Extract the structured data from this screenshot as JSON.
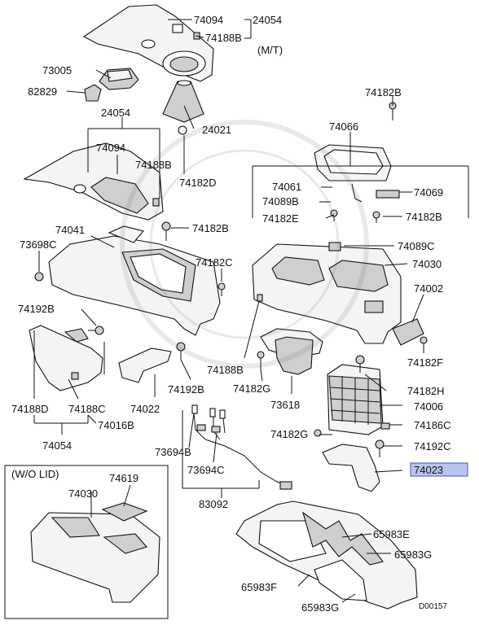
{
  "labels": {
    "p74094_top": "74094",
    "p24054_top": "24054",
    "p74188B_top": "74188B",
    "mt": "(M/T)",
    "p73005": "73005",
    "p82829": "82829",
    "p24054_mid": "24054",
    "p24021": "24021",
    "p74094_mid": "74094",
    "p74188B_mid": "74188B",
    "p74182D": "74182D",
    "p74182B_a": "74182B",
    "p74066": "74066",
    "p74061": "74061",
    "p74089B": "74089B",
    "p74182E": "74182E",
    "p74069": "74069",
    "p74182B_b": "74182B",
    "p74041": "74041",
    "p74182B_c": "74182B",
    "p73698C": "73698C",
    "p74182C": "74182C",
    "p74089C": "74089C",
    "p74030_a": "74030",
    "p74002": "74002",
    "p74192B": "74192B",
    "p74182F": "74182F",
    "p74188B_low": "74188B",
    "p74182G_a": "74182G",
    "p73618": "73618",
    "p74182H": "74182H",
    "p74188D": "74188D",
    "p74188C": "74188C",
    "p74022": "74022",
    "p74192B_low": "74192B",
    "p74016B": "74016B",
    "p74006": "74006",
    "p74054": "74054",
    "p74186C": "74186C",
    "p74182G_b": "74182G",
    "p74192C": "74192C",
    "p73694B": "73694B",
    "p74023": "74023",
    "wo_lid": "(W/O LID)",
    "p74619": "74619",
    "p74030_b": "74030",
    "p73694C": "73694C",
    "p83092": "83092",
    "p65983E": "65983E",
    "p65983G_a": "65983G",
    "p65983F": "65983F",
    "p65983G_b": "65983G",
    "diagram_id": "D00157"
  },
  "highlight": {
    "part": "74023",
    "fill_color": "#b8c6ef",
    "border_color": "#3d56b5"
  }
}
